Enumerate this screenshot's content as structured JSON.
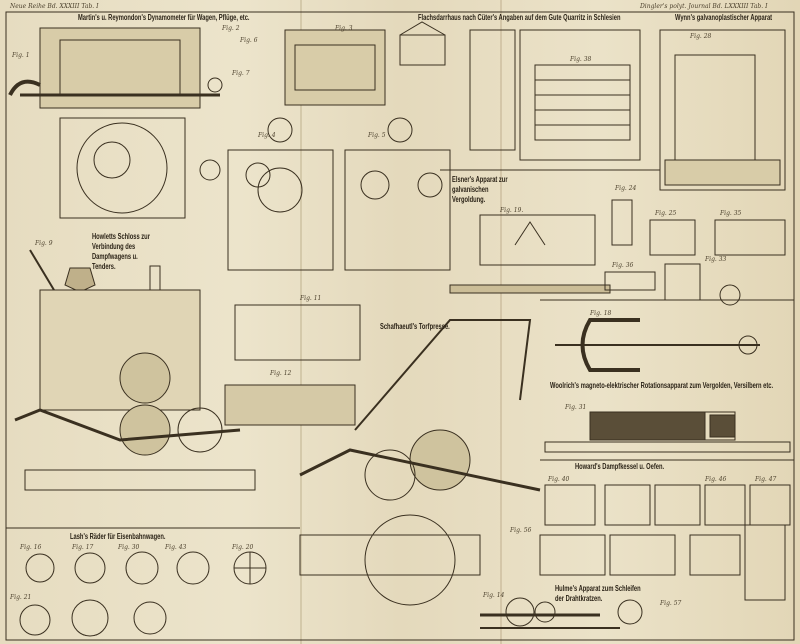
{
  "header": {
    "left": "Neue Reihe Bd. XXXIII Tab. I",
    "right": "Dingler's polyt. Journal Bd. LXXXIII Tab. I"
  },
  "captions": {
    "dynamometer": "Martin's u. Reymondon's Dynamometer für Wagen, Pflüge, etc.",
    "flachsdarrhaus": "Flachsdarrhaus nach Cüter's Angaben auf dem Gute Quarritz in Schlesien",
    "wynn": "Wynn's galvanoplastischer Apparat",
    "elsner": "Elsner's Apparat zur galvanischen Vergoldung.",
    "elsner_fig": "Fig. 19.",
    "howlett": "Howletts Schloss zur Verbindung des Dampfwagens u. Tenders.",
    "schafhaeutl": "Schafhaeutl's Torfpresse.",
    "woolrich": "Woolrich's magneto-elektrischer Rotationsapparat zum Vergolden, Versilbern etc.",
    "howard": "Howard's Dampfkessel u. Oefen.",
    "lash": "Lash's Räder für Eisenbahnwagen.",
    "hulme": "Hulme's Apparat zum Schleifen der Drahtkratzen."
  },
  "fig_labels": [
    "Fig. 1",
    "Fig. 2",
    "Fig. 3",
    "Fig. 4",
    "Fig. 5",
    "Fig. 6",
    "Fig. 7",
    "Fig. 9",
    "Fig. 11",
    "Fig. 12",
    "Fig. 14",
    "Fig. 16",
    "Fig. 17",
    "Fig. 18",
    "Fig. 20",
    "Fig. 21",
    "Fig. 24",
    "Fig. 25",
    "Fig. 28",
    "Fig. 30",
    "Fig. 31",
    "Fig. 33",
    "Fig. 35",
    "Fig. 36",
    "Fig. 38",
    "Fig. 40",
    "Fig. 43",
    "Fig. 46",
    "Fig. 47",
    "Fig. 56",
    "Fig. 57"
  ]
}
